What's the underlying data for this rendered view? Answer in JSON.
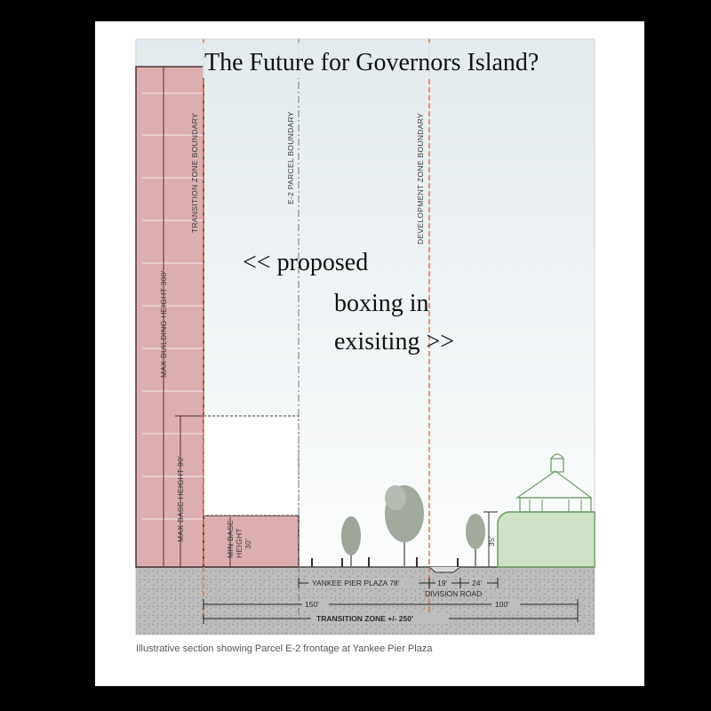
{
  "title": "The Future for Governors Island?",
  "overlay_lines": [
    "<< proposed",
    "boxing in",
    "exisiting >>"
  ],
  "boundaries": {
    "transition": "TRANSITION ZONE BOUNDARY",
    "parcel": "E-2 PARCEL BOUNDARY",
    "development": "DEVELOPMENT ZONE BOUNDARY"
  },
  "heights": {
    "max_building": "MAX BUILDING HEIGHT 300'",
    "max_base": "MAX BASE HEIGHT 90'",
    "min_base_line1": "MIN BASE",
    "min_base_line2": "HEIGHT",
    "min_base_line3": "30'",
    "existing": "35'"
  },
  "dimensions": {
    "plaza": "YANKEE PIER PLAZA 78'",
    "road_width": "19'",
    "sidewalk": "24'",
    "division_road": "DIVISION ROAD",
    "left_zone": "150'",
    "right_zone": "100'",
    "transition_zone": "TRANSITION ZONE +/- 250'"
  },
  "caption": "Illustrative section showing Parcel E-2 frontage at Yankee Pier Plaza",
  "colors": {
    "building_fill": "#dcaeb0",
    "building_line": "#4a3335",
    "transition_line": "#e0773f",
    "existing_fill": "#cfe2c8",
    "existing_line": "#6c9a64",
    "ground": "#bdbdbd",
    "sky_top": "#e6edf0"
  }
}
